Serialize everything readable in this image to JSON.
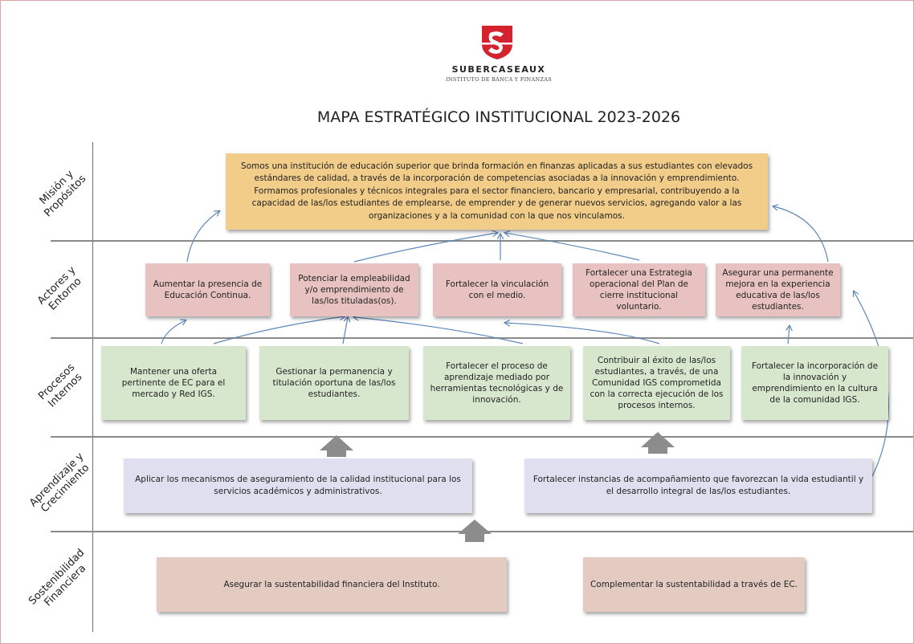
{
  "header": {
    "brand_name": "SUBERCASEAUX",
    "brand_subtitle": "INSTITUTO DE BANCA Y FINANZAS",
    "title": "MAPA ESTRATÉGICO INSTITUCIONAL 2023-2026"
  },
  "colors": {
    "logo_red": "#d4232f",
    "mission_fill": "#f2cc89",
    "actors_fill": "#e7c2c0",
    "processes_fill": "#d7e7cd",
    "learning_fill": "#dfdfef",
    "finance_fill": "#e3cbc2",
    "arrow_blue": "#5b86b8",
    "block_arrow_gray": "#8c8c8c"
  },
  "rows": [
    {
      "label_lines": [
        "Misión y",
        "Propósitos"
      ],
      "boxes": [
        "Somos una institución de educación superior que brinda formación en finanzas aplicadas a sus estudiantes con elevados estándares de calidad, a través de la incorporación de competencias asociadas a la innovación y emprendimiento. Formamos profesionales y técnicos integrales para el sector financiero, bancario y empresarial, contribuyendo a la capacidad de las/los estudiantes de emplearse, de emprender y de generar nuevos servicios, agregando valor a las organizaciones y a la comunidad con la que nos vinculamos."
      ]
    },
    {
      "label_lines": [
        "Actores y",
        "Entorno"
      ],
      "boxes": [
        "Aumentar la presencia de Educación Continua.",
        "Potenciar la empleabilidad y/o emprendimiento de las/los tituladas(os).",
        "Fortalecer la vinculación con el medio.",
        "Fortalecer una Estrategia operacional del Plan de cierre institucional voluntario.",
        "Asegurar una permanente mejora en la experiencia educativa de las/los estudiantes."
      ]
    },
    {
      "label_lines": [
        "Procesos",
        "Internos"
      ],
      "boxes": [
        "Mantener una oferta pertinente de EC para el mercado y Red IGS.",
        "Gestionar la permanencia y titulación oportuna de las/los estudiantes.",
        "Fortalecer el proceso de aprendizaje mediado por herramientas tecnológicas y de innovación.",
        "Contribuir al éxito de las/los estudiantes, a través, de una Comunidad IGS comprometida con la correcta ejecución de los procesos internos.",
        "Fortalecer la incorporación de la innovación y emprendimiento en la cultura de la comunidad IGS."
      ]
    },
    {
      "label_lines": [
        "Aprendizaje y",
        "Crecimiento"
      ],
      "boxes": [
        "Aplicar los mecanismos de aseguramiento de la calidad institucional para los servicios académicos y administrativos.",
        "Fortalecer instancias de acompañamiento que favorezcan la vida estudiantil y el desarrollo integral de las/los estudiantes."
      ]
    },
    {
      "label_lines": [
        "Sostenibilidad",
        "Financiera"
      ],
      "boxes": [
        "Asegurar la sustentabilidad financiera del Instituto.",
        "Complementar la sustentabilidad a través de EC."
      ]
    }
  ]
}
